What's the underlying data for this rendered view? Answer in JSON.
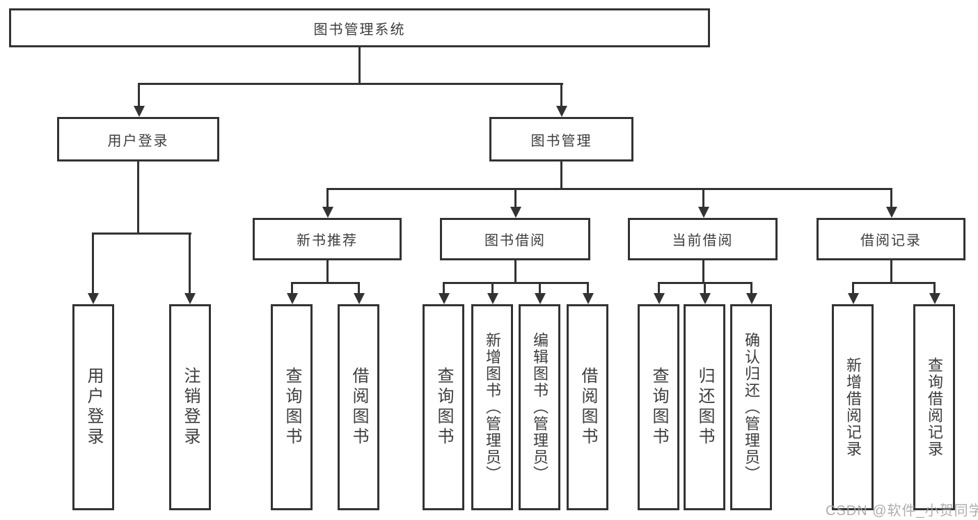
{
  "colors": {
    "box_border": "#333333",
    "connector_line": "#333333",
    "text": "#3d3d3d",
    "background": "#ffffff",
    "watermark": "#a5a5a5"
  },
  "tree": {
    "root": {
      "label": "图书管理系统"
    },
    "level2": [
      {
        "label": "用户登录"
      },
      {
        "label": "图书管理"
      }
    ],
    "level3": [
      {
        "label": "新书推荐"
      },
      {
        "label": "图书借阅"
      },
      {
        "label": "当前借阅"
      },
      {
        "label": "借阅记录"
      }
    ],
    "leaves": {
      "user_login": [
        {
          "label": "用户登录"
        },
        {
          "label": "注销登录"
        }
      ],
      "new_book_recommend": [
        {
          "label": "查询图书"
        },
        {
          "label": "借阅图书"
        }
      ],
      "book_borrow": [
        {
          "label": "查询图书"
        },
        {
          "label": "新增图书（管理员）"
        },
        {
          "label": "编辑图书（管理员）"
        },
        {
          "label": "借阅图书"
        }
      ],
      "current_borrow": [
        {
          "label": "查询图书"
        },
        {
          "label": "归还图书"
        },
        {
          "label": "确认归还（管理员）"
        }
      ],
      "borrow_record": [
        {
          "label": "新增借阅记录"
        },
        {
          "label": "查询借阅记录"
        }
      ]
    }
  },
  "watermark": {
    "text": "CSDN @软件_小贺同学"
  }
}
